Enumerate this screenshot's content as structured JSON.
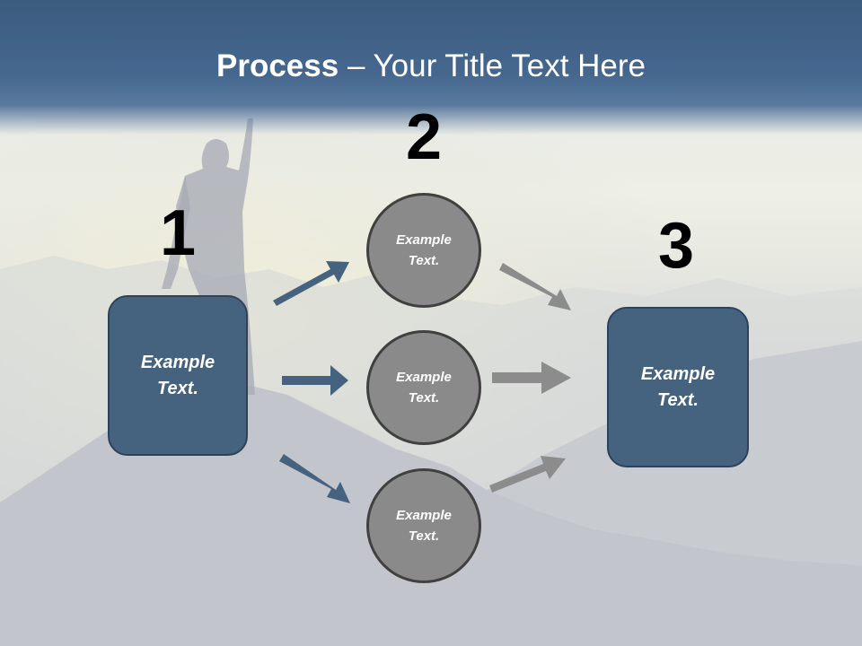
{
  "title": {
    "bold": "Process",
    "rest": " – Your Title Text Here"
  },
  "steps": {
    "one": "1",
    "two": "2",
    "three": "3"
  },
  "left_box": {
    "line1": "Example",
    "line2": "Text."
  },
  "right_box": {
    "line1": "Example",
    "line2": "Text."
  },
  "circles": [
    {
      "line1": "Example",
      "line2": "Text."
    },
    {
      "line1": "Example",
      "line2": "Text."
    },
    {
      "line1": "Example",
      "line2": "Text."
    }
  ],
  "colors": {
    "box_fill": "#45627f",
    "box_border": "#2e4259",
    "circle_fill": "#8a8a8a",
    "circle_border": "#404040",
    "blue_arrow": "#45627f",
    "gray_arrow": "#8c8c8c",
    "title_band": "#45678e"
  }
}
